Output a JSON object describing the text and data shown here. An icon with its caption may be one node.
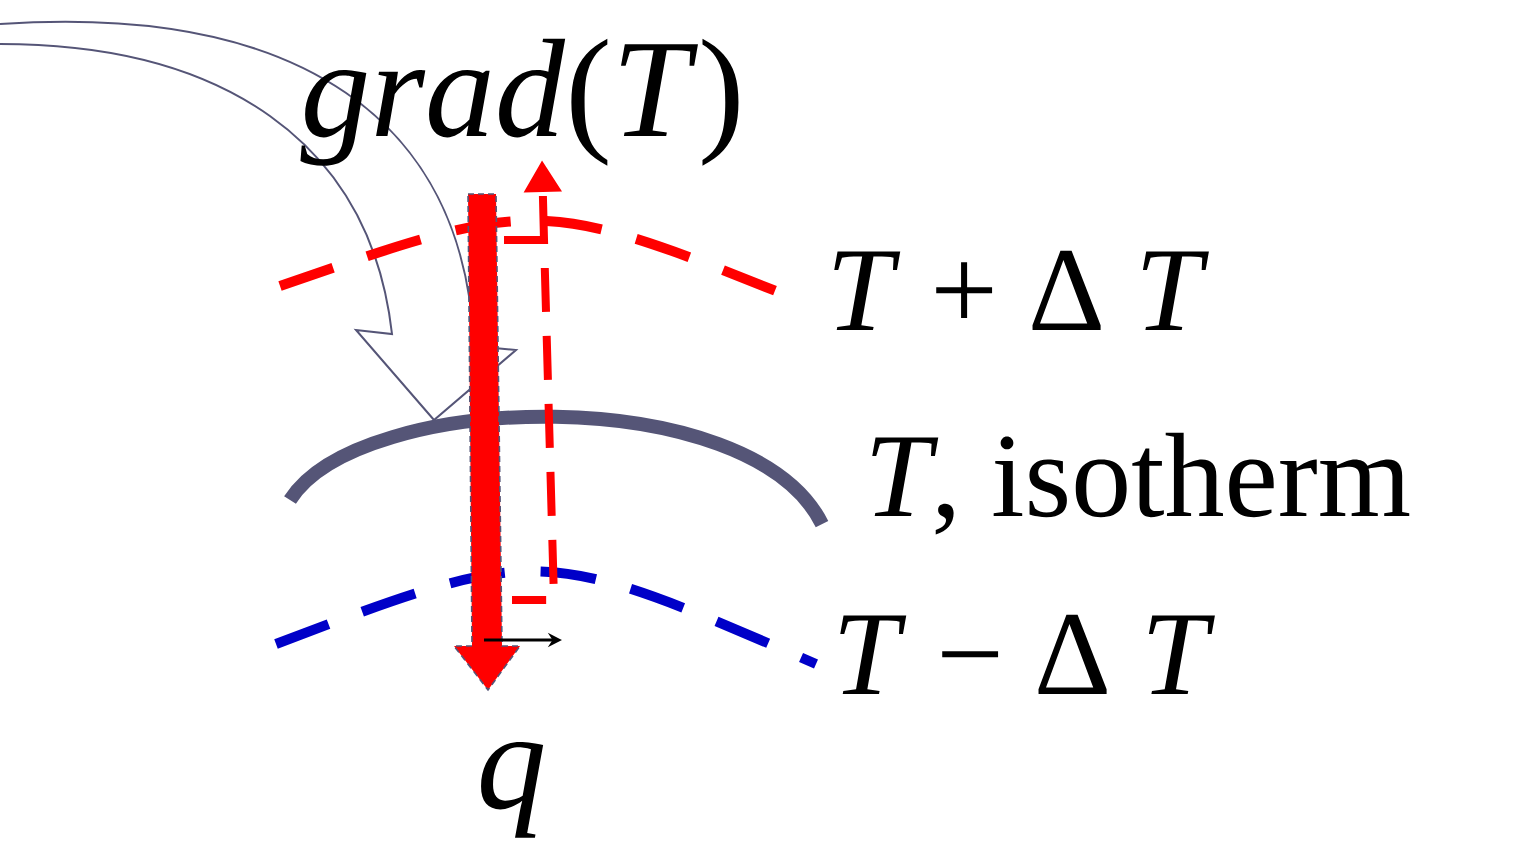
{
  "diagram": {
    "labels": [
      "*grad*(*T*)",
      "*T* + Δ *T*",
      "*T*, isotherm",
      "*T* − Δ *T*",
      "*q*"
    ]
  }
}
